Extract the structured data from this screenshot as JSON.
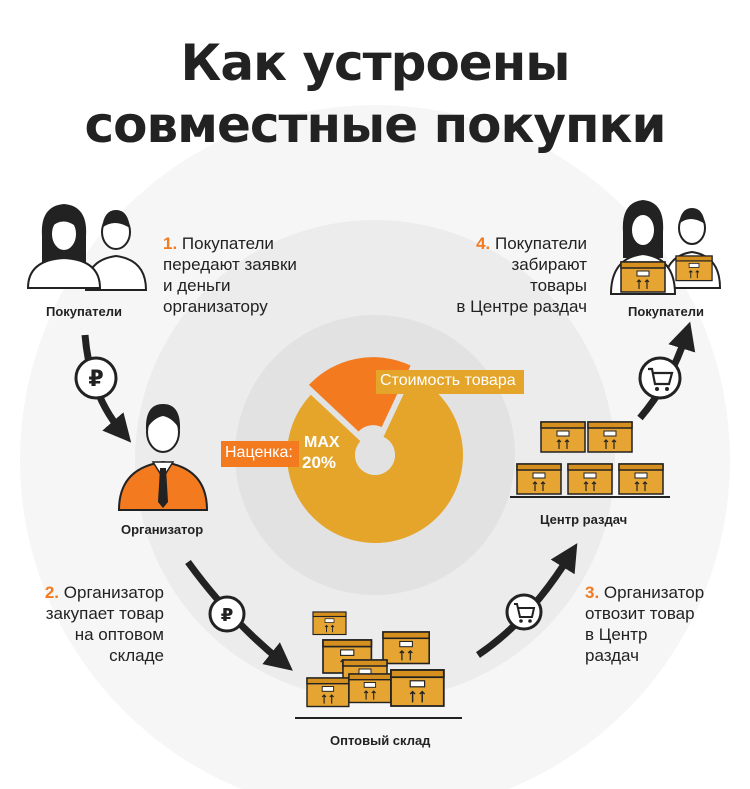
{
  "title": {
    "line1": "Как устроены",
    "line2": "совместные покупки"
  },
  "nodes": {
    "buyers_left": "Покупатели",
    "organizer": "Организатор",
    "warehouse": "Оптовый склад",
    "pickup_center": "Центр раздач",
    "buyers_right": "Покупатели"
  },
  "steps": [
    {
      "num": "1.",
      "lines": [
        "Покупатели",
        "передают заявки",
        "и деньги",
        "организатору"
      ]
    },
    {
      "num": "2.",
      "lines": [
        "Организатор",
        "закупает товар",
        "на оптовом",
        "складе"
      ]
    },
    {
      "num": "3.",
      "lines": [
        "Организатор",
        "отвозит товар",
        "в Центр",
        "раздач"
      ]
    },
    {
      "num": "4.",
      "lines": [
        "Покупатели",
        "забирают",
        "товары",
        "в Центре раздач"
      ]
    }
  ],
  "pie": {
    "cost_label": "Стоимость товара",
    "markup_label": "Наценка:",
    "markup_max": "MAX",
    "markup_value": "20%"
  },
  "chart_data": {
    "type": "pie",
    "categories": [
      "Стоимость товара",
      "Наценка"
    ],
    "values": [
      80,
      20
    ],
    "title": ""
  },
  "icons": {
    "ruble_symbol": "₽",
    "arrow1": "ruble-icon",
    "arrow2": "ruble-icon",
    "arrow3": "cart-icon",
    "arrow4": "cart-icon"
  },
  "colors": {
    "orange": "#f37a1f",
    "gold": "#e4a52a",
    "box": "#e6a532",
    "dark": "#222222"
  }
}
